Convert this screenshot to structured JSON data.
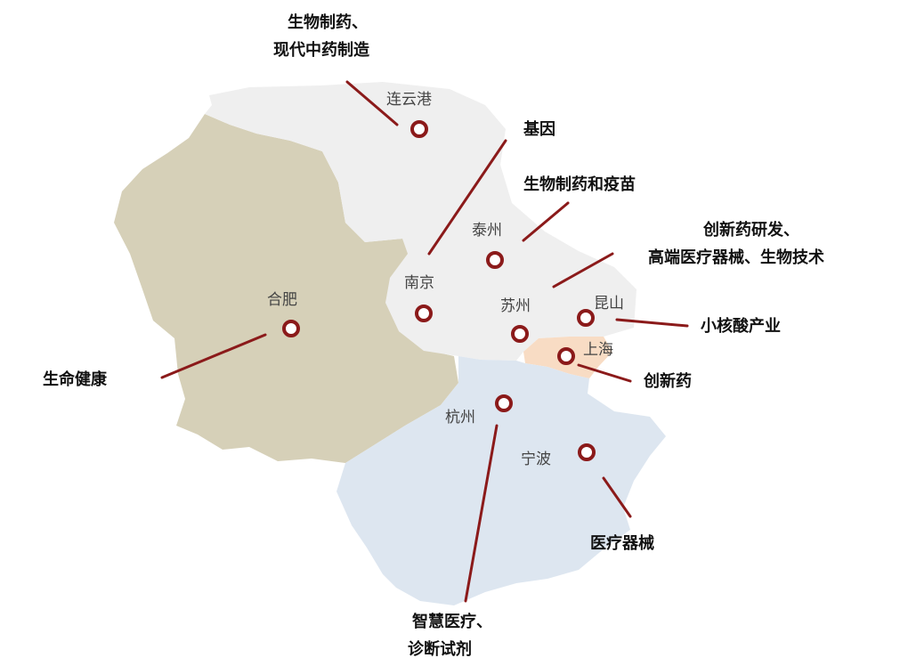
{
  "colors": {
    "anhui": "#d6d0b8",
    "jiangsu": "#efefef",
    "zhejiang": "#dde6f0",
    "shanghai": "#f8dcc4",
    "marker": "#8b1a1a",
    "leader": "#8b1a1a"
  },
  "cities": {
    "lianyungang": "连云港",
    "taizhou": "泰州",
    "nanjing": "南京",
    "suzhou": "苏州",
    "kunshan": "昆山",
    "shanghai": "上海",
    "hefei": "合肥",
    "hangzhou": "杭州",
    "ningbo": "宁波"
  },
  "industries": {
    "lianyungang_1": "生物制药、",
    "lianyungang_2": "现代中药制造",
    "nanjing": "基因",
    "taizhou": "生物制药和疫苗",
    "suzhou_1": "创新药研发、",
    "suzhou_2": "高端医疗器械、生物技术",
    "kunshan": "小核酸产业",
    "shanghai": "创新药",
    "hefei": "生命健康",
    "ningbo": "医疗器械",
    "hangzhou_1": "智慧医疗、",
    "hangzhou_2": "诊断试剂"
  }
}
